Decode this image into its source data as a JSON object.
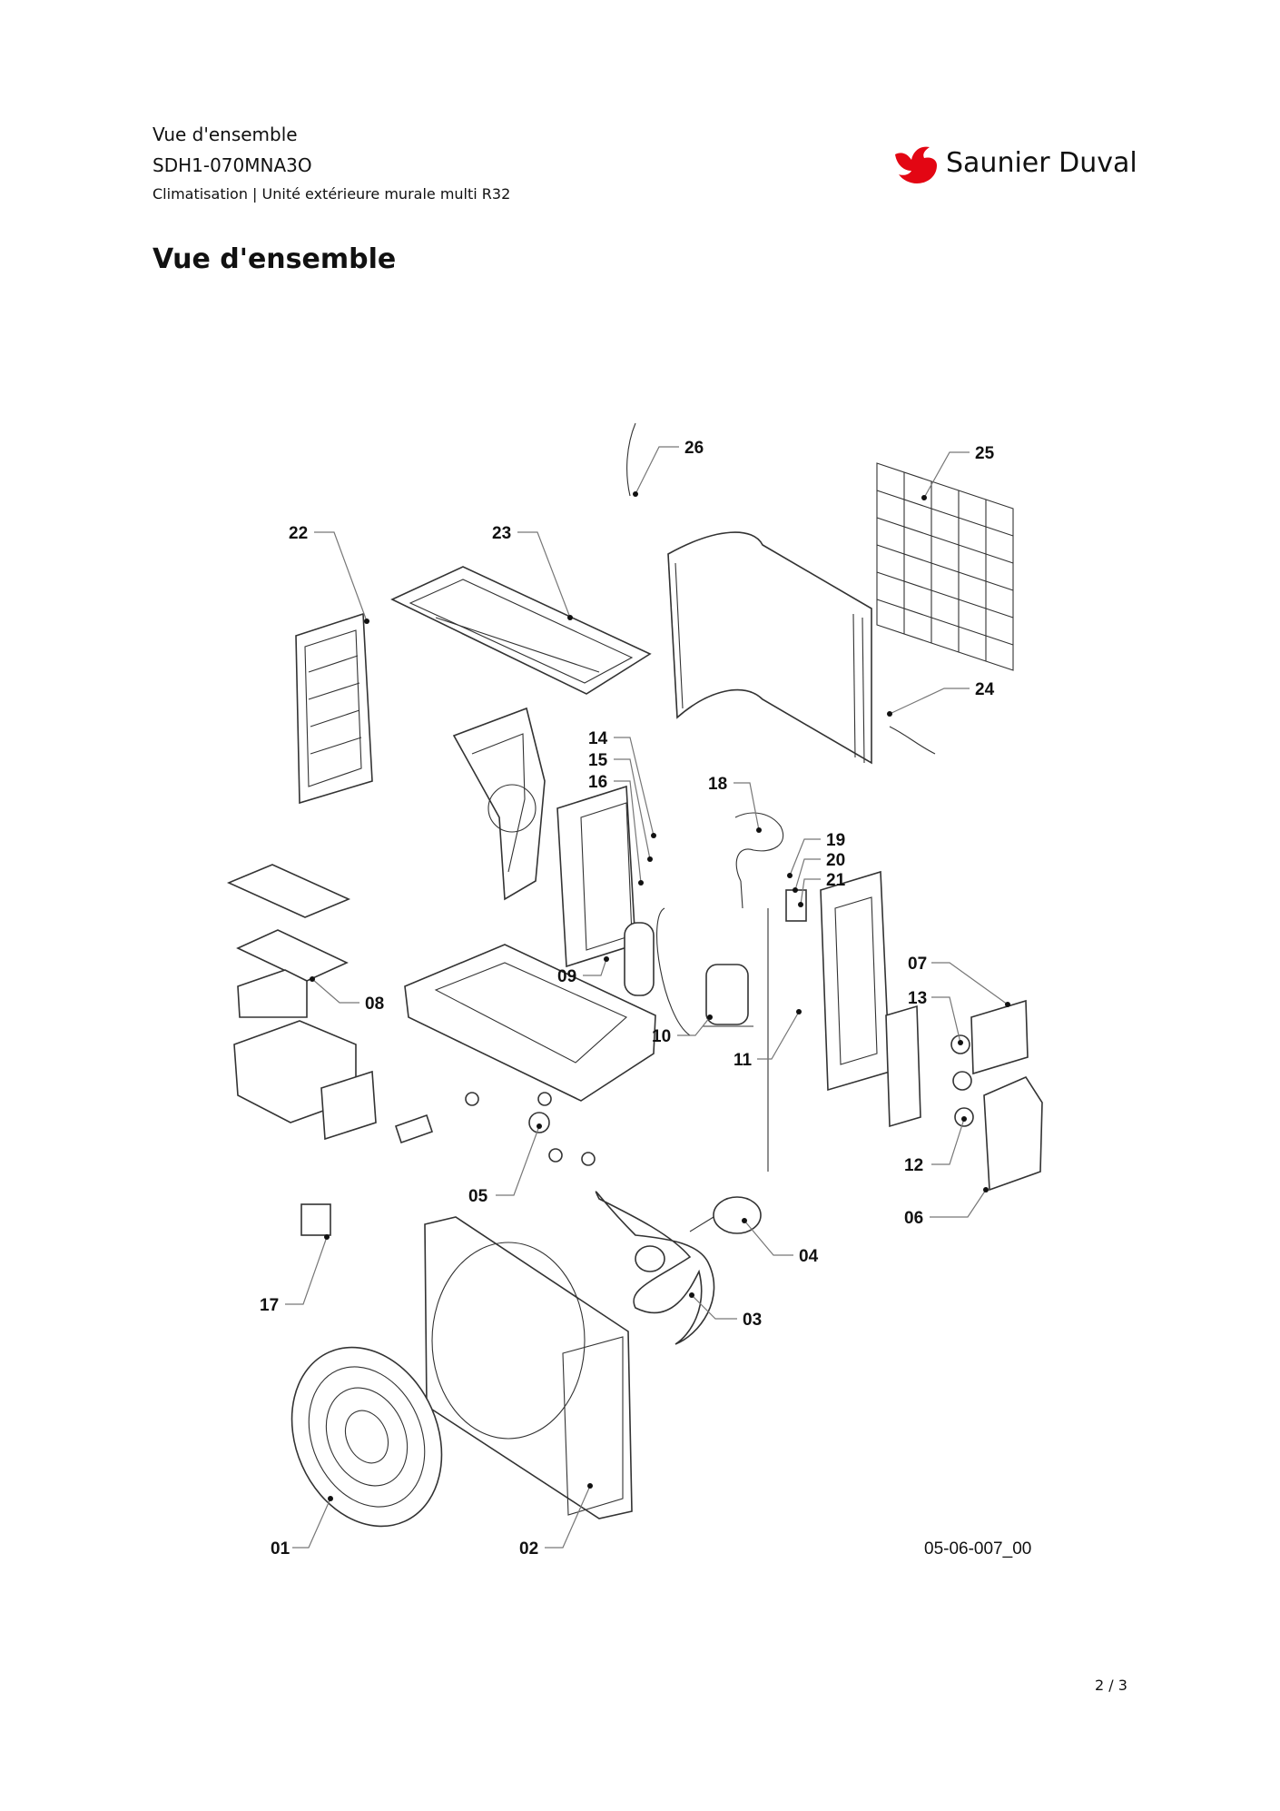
{
  "header": {
    "title": "Vue d'ensemble",
    "model": "SDH1-070MNA3O",
    "category": "Climatisation | Unité extérieure murale multi R32"
  },
  "brand": {
    "name": "Saunier Duval",
    "color": "#e30613"
  },
  "page_heading": "Vue d'ensemble",
  "diagram": {
    "reference": "05-06-007_00",
    "callouts": [
      "01",
      "02",
      "03",
      "04",
      "05",
      "06",
      "07",
      "08",
      "09",
      "10",
      "11",
      "12",
      "13",
      "14",
      "15",
      "16",
      "17",
      "18",
      "19",
      "20",
      "21",
      "22",
      "23",
      "24",
      "25",
      "26"
    ]
  },
  "footer": {
    "page": "2 / 3"
  }
}
